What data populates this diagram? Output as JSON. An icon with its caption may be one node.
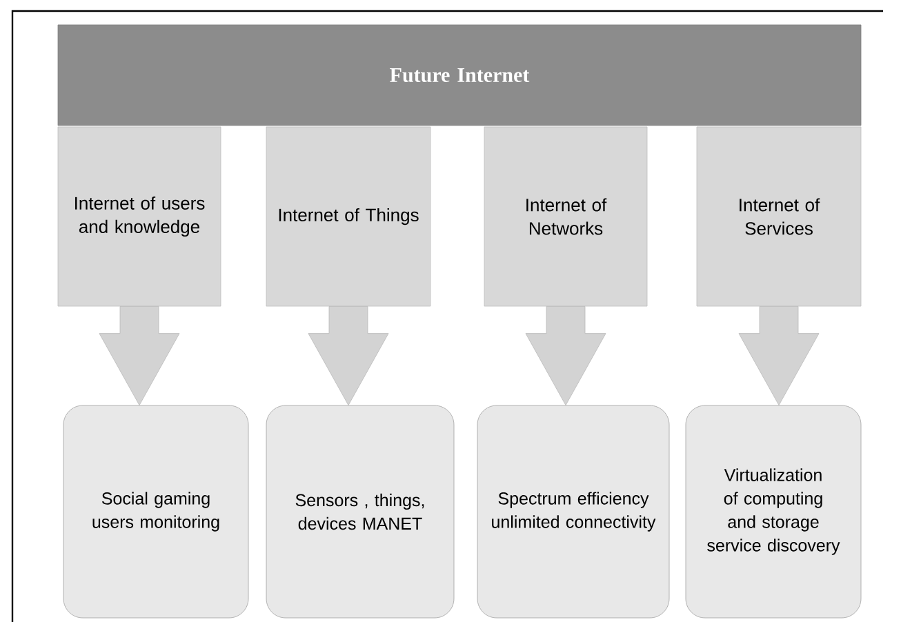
{
  "diagram": {
    "nodes": [
      {
        "text": [
          "Future Internet"
        ]
      },
      {
        "text": [
          "Internet of users and knowledge"
        ]
      },
      {
        "text": [
          "Internet of Things"
        ]
      },
      {
        "text": [
          "Internet of Networks"
        ]
      },
      {
        "text": [
          "Internet of Services"
        ]
      },
      {
        "text": [
          "Social gaming users monitoring"
        ]
      },
      {
        "text": [
          "Sensors , things, devices MANET"
        ]
      },
      {
        "text": [
          "Spectrum efficiency unlimited connectivity"
        ]
      },
      {
        "text": [
          "Virtualization of computing and storage service discovery"
        ]
      }
    ],
    "edges": [
      {
        "from": 1,
        "to": 5,
        "arrow": "to"
      },
      {
        "from": 2,
        "to": 6,
        "arrow": "to"
      },
      {
        "from": 3,
        "to": 7,
        "arrow": "to"
      },
      {
        "from": 4,
        "to": 8,
        "arrow": "to"
      }
    ]
  }
}
